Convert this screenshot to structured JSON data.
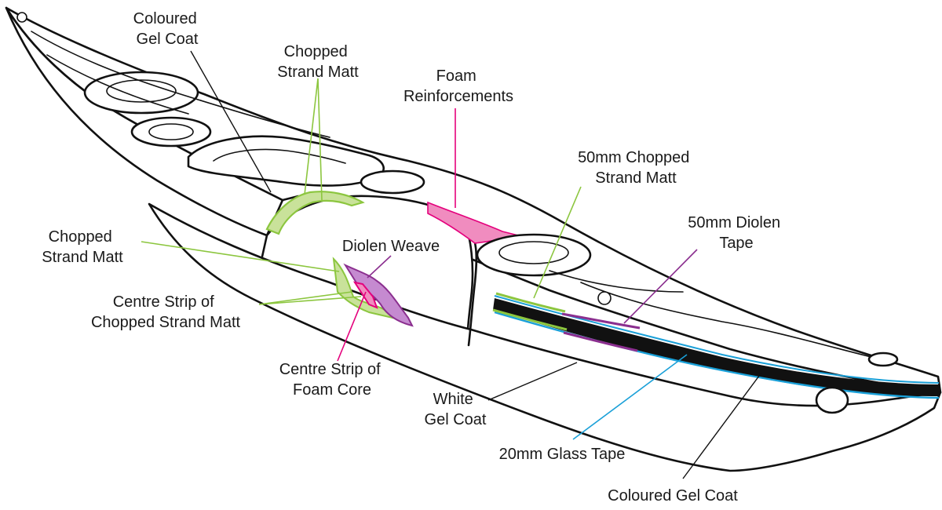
{
  "labels": {
    "coloured_gel_coat_top": [
      "Coloured",
      "Gel Coat"
    ],
    "chopped_strand_matt_top": [
      "Chopped",
      "Strand Matt"
    ],
    "foam_reinforcements": [
      "Foam",
      "Reinforcements"
    ],
    "chopped_strand_matt_50mm": [
      "50mm Chopped",
      "Strand Matt"
    ],
    "diolen_tape_50mm": [
      "50mm Diolen",
      "Tape"
    ],
    "chopped_strand_matt_left": [
      "Chopped",
      "Strand Matt"
    ],
    "diolen_weave": [
      "Diolen Weave"
    ],
    "centre_strip_chopped_strand_matt": [
      "Centre Strip of",
      "Chopped Strand Matt"
    ],
    "centre_strip_foam_core": [
      "Centre Strip of",
      "Foam Core"
    ],
    "white_gel_coat": [
      "White",
      "Gel Coat"
    ],
    "glass_tape_20mm": [
      "20mm Glass Tape"
    ],
    "coloured_gel_coat_bottom": [
      "Coloured Gel Coat"
    ]
  },
  "colors": {
    "outline": "#111111",
    "chopped_strand_matt": "#8cc63f",
    "chopped_strand_matt_fill": "#c9e29a",
    "foam": "#e4007c",
    "foam_fill": "#f08cbf",
    "diolen": "#8b2f8f",
    "diolen_fill": "#c58ad0",
    "glass_tape": "#1aa0d8",
    "seam_black": "#111111"
  }
}
